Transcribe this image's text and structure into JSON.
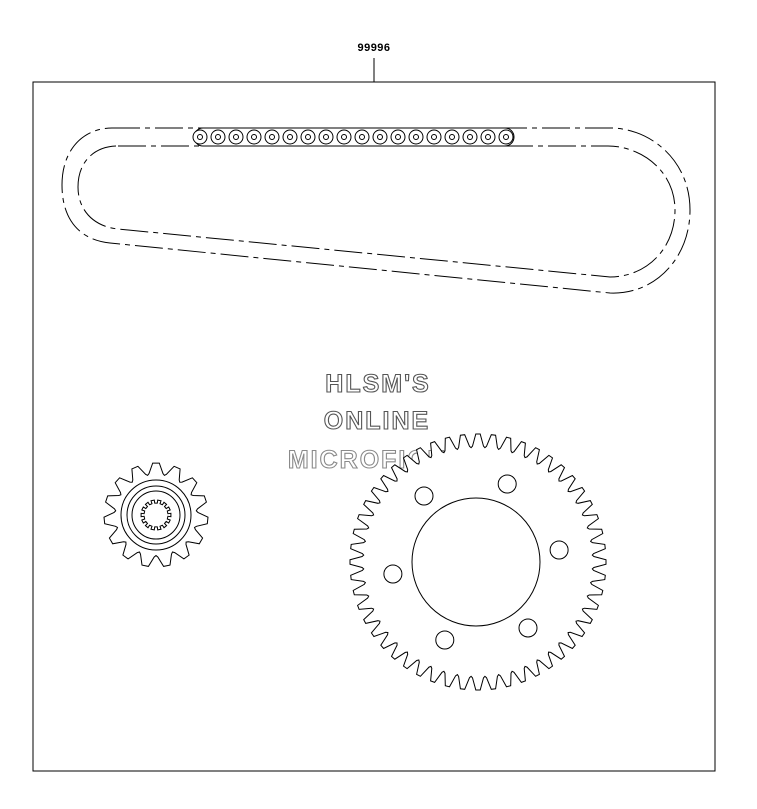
{
  "callout": {
    "part_number": "99996"
  },
  "watermark": {
    "line1": "HLSM'S",
    "line2": "ONLINE",
    "line3": "MICROFICHE"
  },
  "parts": {
    "chain": {
      "icon": "drive-chain-icon"
    },
    "front_sprocket": {
      "icon": "front-sprocket-icon"
    },
    "rear_sprocket": {
      "icon": "rear-sprocket-icon"
    }
  },
  "colors": {
    "line": "#000000",
    "background": "#ffffff"
  }
}
